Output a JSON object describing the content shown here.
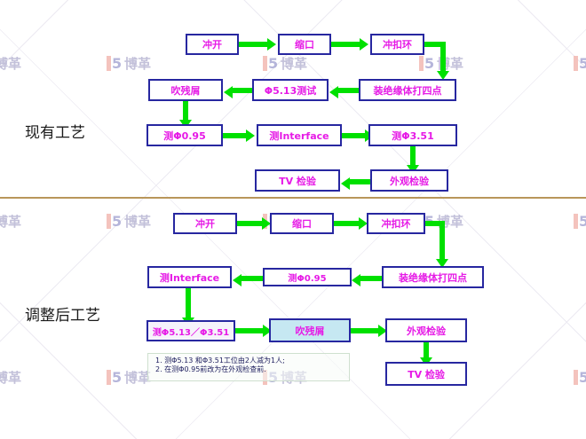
{
  "watermark": {
    "logo_icon": "boge-logo-icon",
    "text": "博革"
  },
  "sections": [
    {
      "label": "现有工艺",
      "nodes": [
        {
          "id": "cur-chongkai",
          "label": "冲开"
        },
        {
          "id": "cur-suokou",
          "label": "缩口"
        },
        {
          "id": "cur-chongkou",
          "label": "冲扣环"
        },
        {
          "id": "cur-zhuang",
          "label": "装绝缘体打四点"
        },
        {
          "id": "cur-ceshi513",
          "label": "Φ5.13测试"
        },
        {
          "id": "cur-chuicanxie",
          "label": "吹残屑"
        },
        {
          "id": "cur-ce095",
          "label": "测Φ0.95"
        },
        {
          "id": "cur-interface",
          "label": "测Interface"
        },
        {
          "id": "cur-ce351",
          "label": "测Φ3.51"
        },
        {
          "id": "cur-waiguan",
          "label": "外观检验"
        },
        {
          "id": "cur-tv",
          "label": "TV 检验"
        }
      ]
    },
    {
      "label": "调整后工艺",
      "nodes": [
        {
          "id": "new-chongkai",
          "label": "冲开"
        },
        {
          "id": "new-suokou",
          "label": "缩口"
        },
        {
          "id": "new-chongkou",
          "label": "冲扣环"
        },
        {
          "id": "new-zhuang",
          "label": "装绝缘体打四点"
        },
        {
          "id": "new-ce095",
          "label": "测Φ0.95"
        },
        {
          "id": "new-interface",
          "label": "测Interface"
        },
        {
          "id": "new-ce513351",
          "label": "测Φ5.13／Φ3.51"
        },
        {
          "id": "new-chuicanxie",
          "label": "吹残屑"
        },
        {
          "id": "new-waiguan",
          "label": "外观检验"
        },
        {
          "id": "new-tv",
          "label": "TV 检验"
        }
      ]
    }
  ],
  "note": {
    "line1": "1. 测Φ5.13 和Φ3.51工位由2人减为1人;",
    "line2": "2. 在测Φ0.95前改为在外观检查前."
  },
  "colors": {
    "node_border": "#2727a0",
    "node_text": "#e61ae6",
    "arrow": "#00e000",
    "divider": "#b9965a",
    "highlight_fill": "#c6e8f2",
    "label_text": "#1a1a1a",
    "note_text": "#1d1d5e",
    "watermark_text": "#b9b7d4"
  }
}
